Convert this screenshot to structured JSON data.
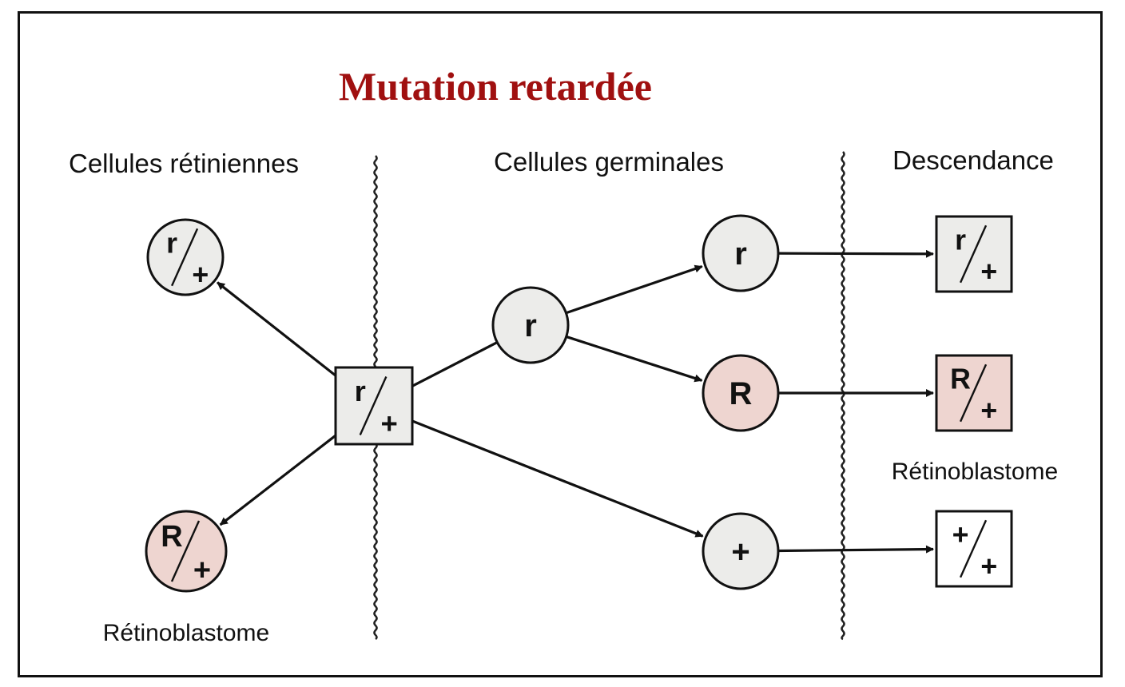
{
  "title": "Mutation retardée",
  "columns": {
    "retinal": "Cellules rétiniennes",
    "germinal": "Cellules germinales",
    "offspring": "Descendance"
  },
  "captions": {
    "retinal_tumor": "Rétinoblastome",
    "offspring_tumor": "Rétinoblastome"
  },
  "nodes": [
    {
      "id": "zygote",
      "shape": "square",
      "fill": "gray",
      "top": "r",
      "bottom": "+"
    },
    {
      "id": "retinal-normal",
      "shape": "circle",
      "fill": "gray",
      "top": "r",
      "bottom": "+"
    },
    {
      "id": "retinal-tumor",
      "shape": "circle",
      "fill": "pink",
      "top": "R",
      "bottom": "+"
    },
    {
      "id": "germ-r",
      "shape": "circle",
      "fill": "gray",
      "label": "r"
    },
    {
      "id": "germ-r-upper",
      "shape": "circle",
      "fill": "gray",
      "label": "r"
    },
    {
      "id": "germ-R",
      "shape": "circle",
      "fill": "pink",
      "label": "R"
    },
    {
      "id": "germ-plus",
      "shape": "circle",
      "fill": "gray",
      "label": "+"
    },
    {
      "id": "child-r",
      "shape": "square",
      "fill": "gray",
      "top": "r",
      "bottom": "+"
    },
    {
      "id": "child-R",
      "shape": "square",
      "fill": "pink",
      "top": "R",
      "bottom": "+"
    },
    {
      "id": "child-plus",
      "shape": "square",
      "fill": "white",
      "top": "+",
      "bottom": "+"
    }
  ],
  "edges": [
    {
      "from": "zygote",
      "to": "retinal-normal",
      "arrow": true
    },
    {
      "from": "zygote",
      "to": "retinal-tumor",
      "arrow": true
    },
    {
      "from": "zygote",
      "to": "germ-r",
      "arrow": false
    },
    {
      "from": "zygote",
      "to": "germ-plus",
      "arrow": true
    },
    {
      "from": "germ-r",
      "to": "germ-r-upper",
      "arrow": true
    },
    {
      "from": "germ-r",
      "to": "germ-R",
      "arrow": true
    },
    {
      "from": "germ-r-upper",
      "to": "child-r",
      "arrow": true
    },
    {
      "from": "germ-R",
      "to": "child-R",
      "arrow": true
    },
    {
      "from": "germ-plus",
      "to": "child-plus",
      "arrow": true
    }
  ],
  "colors": {
    "title": "#a01010",
    "gray": "#ececea",
    "pink": "#eed5d0",
    "white": "#ffffff",
    "ink": "#111111"
  }
}
